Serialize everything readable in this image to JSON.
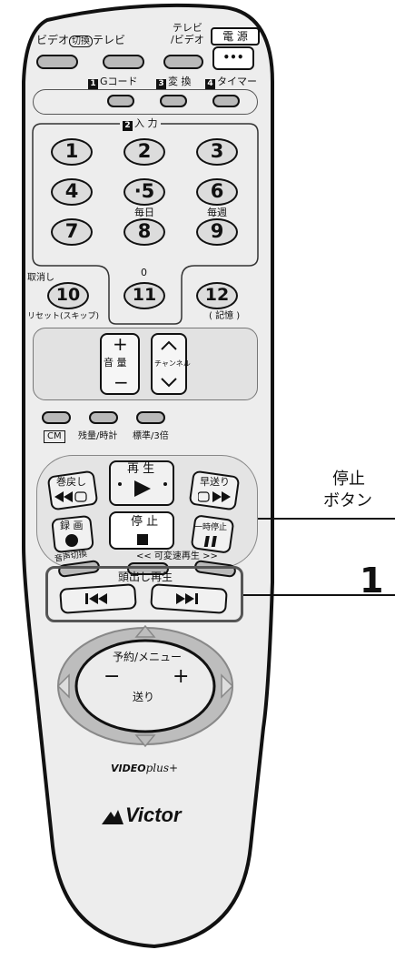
{
  "top": {
    "video_label": "ビデオ",
    "switch_label": "切換",
    "tv_label": "テレビ",
    "tv_video_label": "テレビ\n/ビデオ",
    "power_label": "電 源",
    "power_dots": "•••"
  },
  "function_row": {
    "gcode_num": "1",
    "gcode_label": "Gコード",
    "henkan_num": "3",
    "henkan_label": "変 換",
    "timer_num": "4",
    "timer_label": "タイマー"
  },
  "input": {
    "num": "2",
    "label": "入 力"
  },
  "numpad": {
    "keys": [
      "1",
      "2",
      "3",
      "4",
      "5",
      "6",
      "7",
      "8",
      "9"
    ],
    "key5_prefix": "·",
    "mainichi": "毎日",
    "maishu": "毎週",
    "zero": "0",
    "torikeshi": "取消し",
    "key10": "10",
    "key11": "11",
    "key12": "12",
    "reset_skip": "リセット(スキップ)",
    "kioku": "( 記憶 )"
  },
  "volume": {
    "plus": "+",
    "minus": "−",
    "label": "音 量"
  },
  "channel": {
    "label": "チャンネル",
    "up": "^",
    "down": "v"
  },
  "cm_row": {
    "cm": "CM",
    "zanryo": "残量/時計",
    "hyojun": "標準/3倍"
  },
  "transport": {
    "play_label": "再 生",
    "rewind_label": "巻戻し",
    "ff_label": "早送り",
    "rec_label": "録 画",
    "stop_label": "停 止",
    "pause_label": "一時停止",
    "var_speed": "<< 可変速再生 >>",
    "audio_switch": "音声切換"
  },
  "skip": {
    "label": "頭出し再生"
  },
  "dpad": {
    "title": "予約/メニュー",
    "minus": "−",
    "plus": "+",
    "send": "送り"
  },
  "branding": {
    "videoplus": "VIDEO",
    "videoplus_script": "plus+",
    "victor": "Victor"
  },
  "callouts": {
    "stop_button_line1": "停止",
    "stop_button_line2": "ボタン",
    "one": "1"
  }
}
